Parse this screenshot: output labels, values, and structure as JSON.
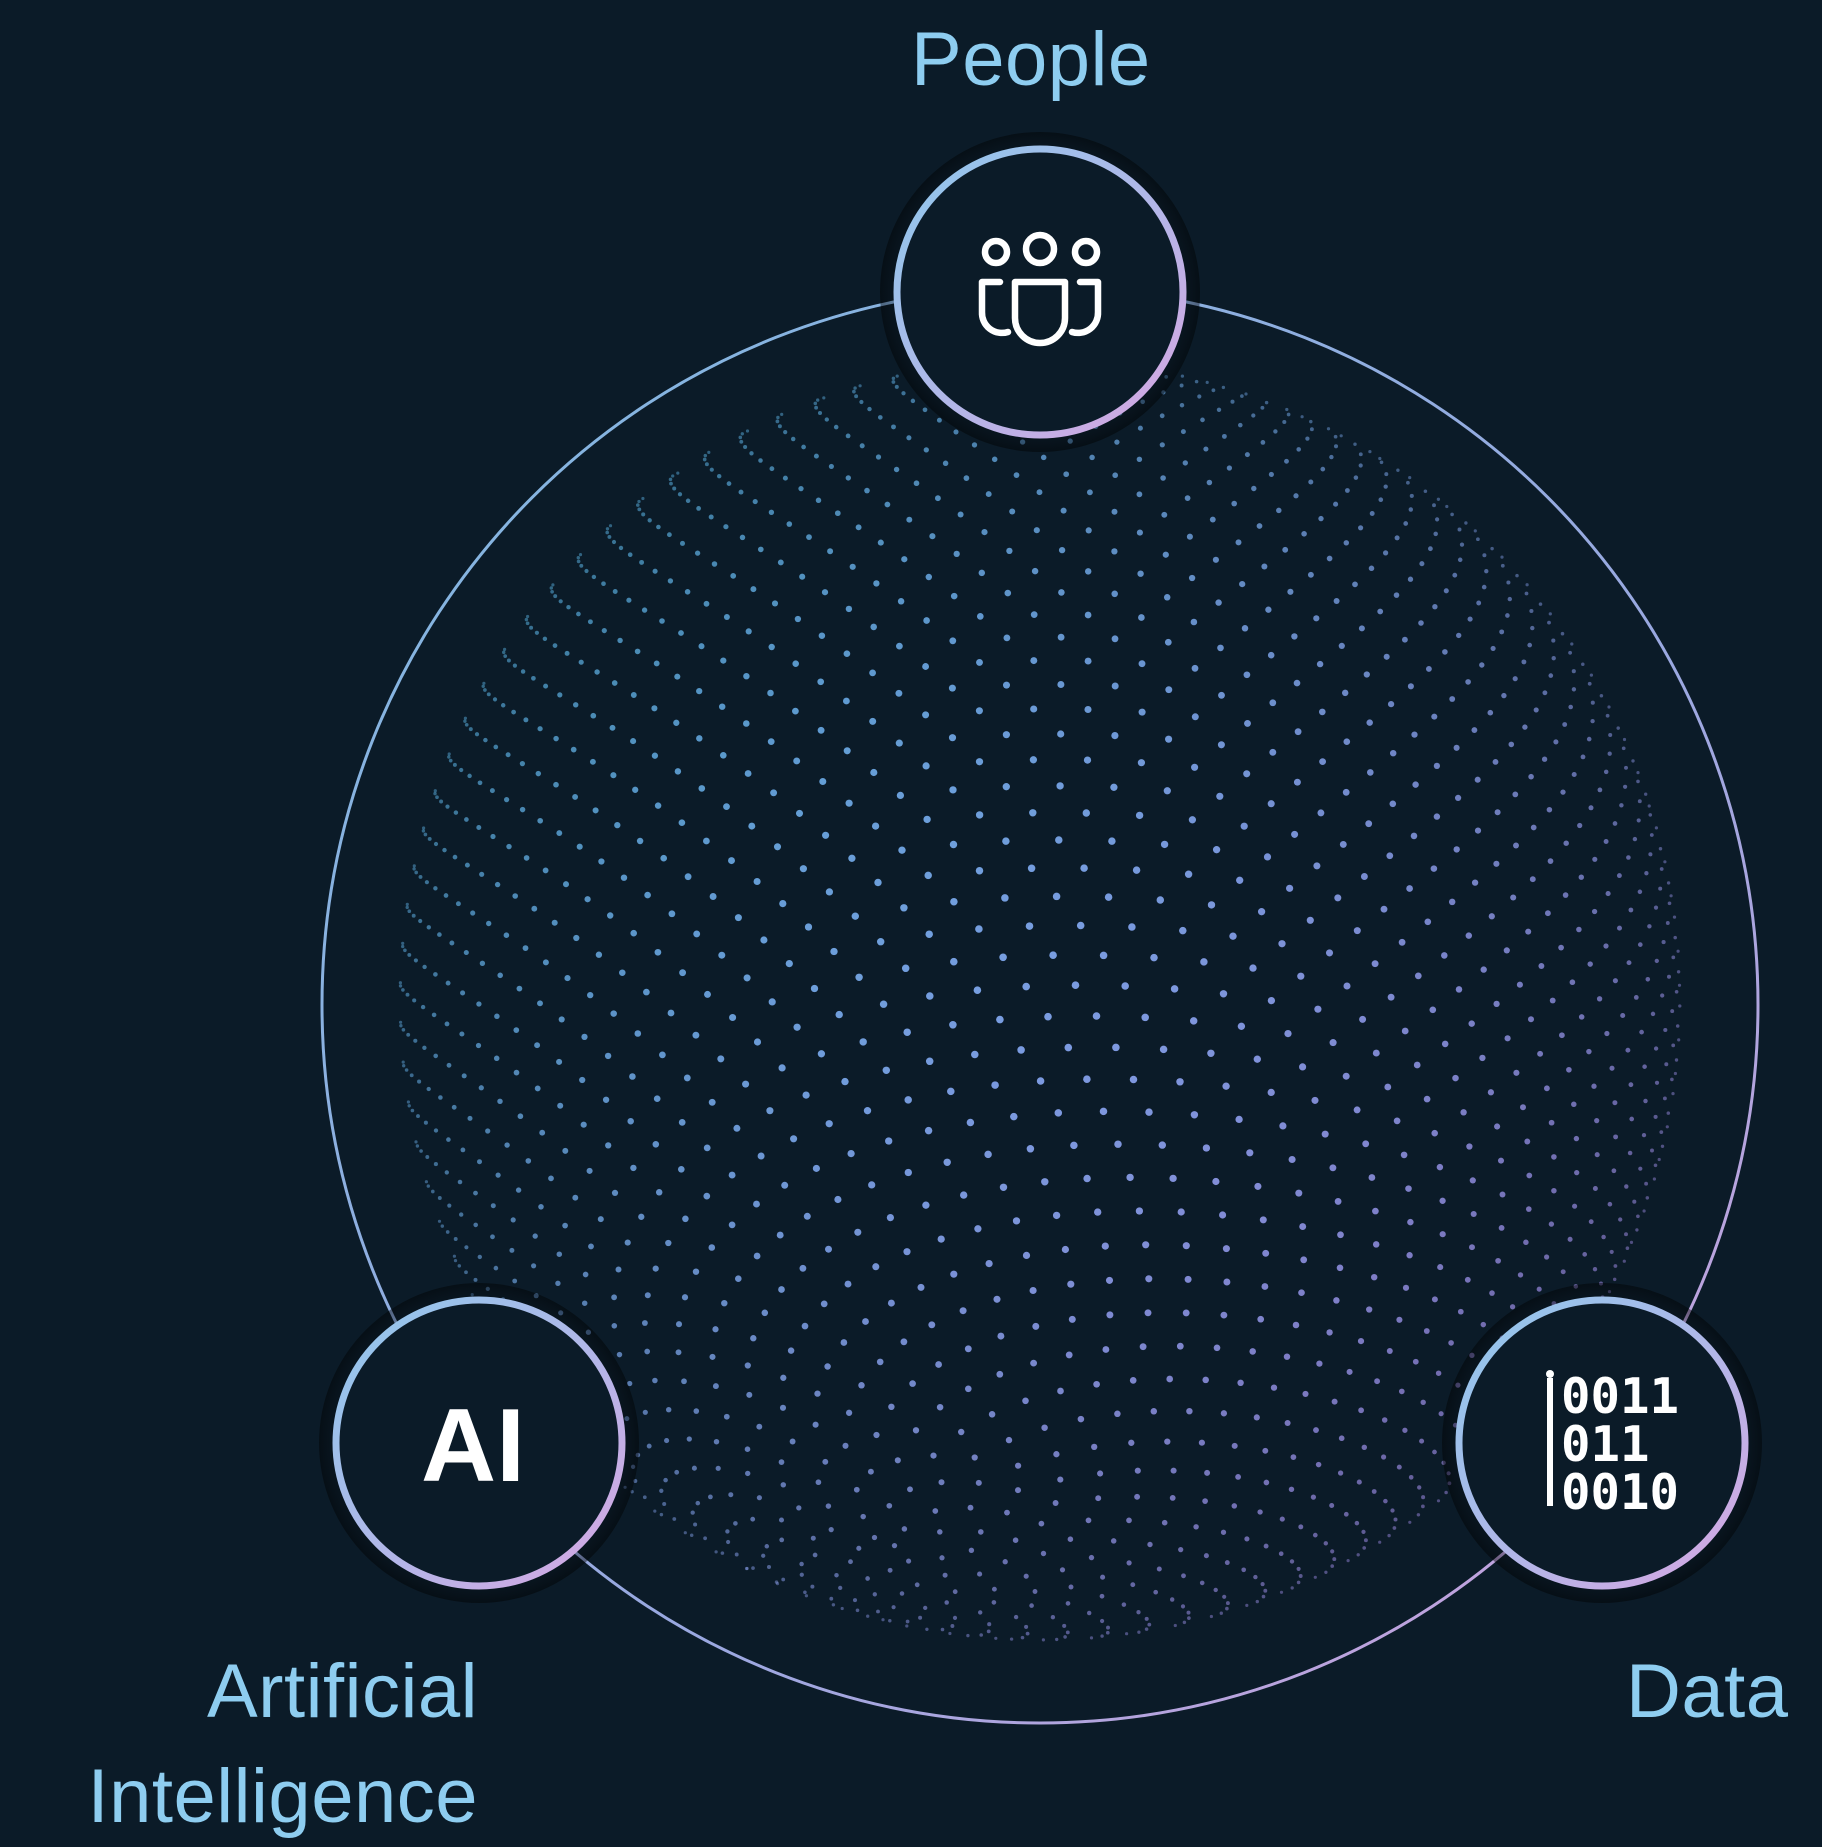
{
  "nodes": {
    "people": {
      "label": "People",
      "icon": "people-group-icon"
    },
    "ai": {
      "label_line1": "Artificial",
      "label_line2": "Intelligence",
      "badge": "AI",
      "icon": "ai-badge"
    },
    "data": {
      "label": "Data",
      "icon": "binary-data-icon",
      "binary_lines": [
        "0011",
        "011",
        "0010"
      ]
    }
  },
  "colors": {
    "background": "#0b1b28",
    "label": "#8ecdf0",
    "ring_start": "#8ec8ec",
    "ring_end": "#d8a6e2",
    "dot_blue": "#4fc3ec",
    "dot_purple": "#a889e8"
  }
}
